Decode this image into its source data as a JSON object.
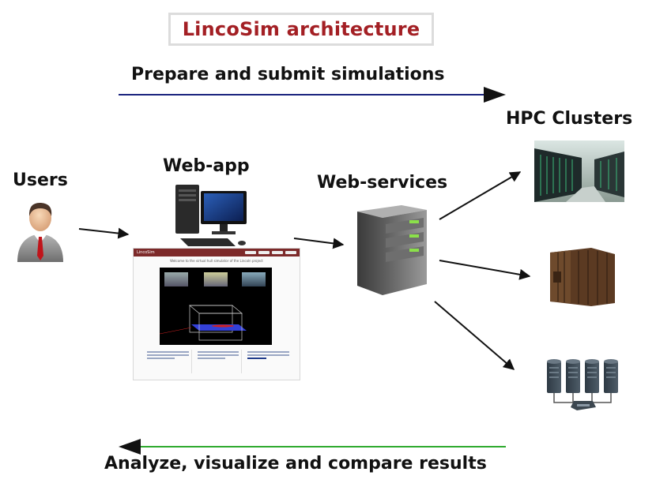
{
  "title": "LincoSim architecture",
  "labels": {
    "prepare": "Prepare and submit simulations",
    "analyze": "Analyze, visualize and compare results",
    "users": "Users",
    "webapp": "Web-app",
    "webservices": "Web-services",
    "hpc": "HPC Clusters"
  },
  "webapp_screenshot": {
    "brand": "LincoSim",
    "welcome": "Welcome to the virtual hull simulator of the Lincoln project"
  },
  "colors": {
    "title": "#a31f24",
    "prepare_arrow": "#1a237e",
    "analyze_arrow": "#2eaa2e",
    "flow_arrow": "#111111"
  },
  "icons": [
    "user-icon",
    "desktop-computer-icon",
    "server-icon",
    "hpc-cluster-photo",
    "hpc-rack-photo",
    "server-network-icon"
  ]
}
